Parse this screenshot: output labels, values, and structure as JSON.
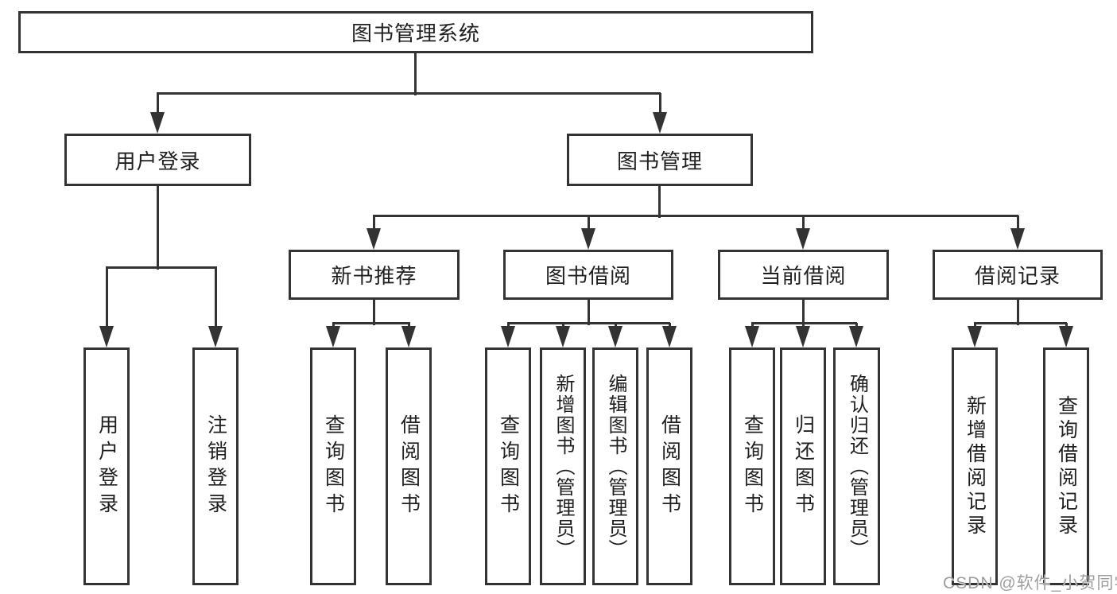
{
  "diagram": {
    "type": "hierarchy",
    "root": {
      "label": "图书管理系统"
    },
    "level2": [
      {
        "label": "用户登录"
      },
      {
        "label": "图书管理"
      }
    ],
    "level3": [
      {
        "label": "新书推荐"
      },
      {
        "label": "图书借阅"
      },
      {
        "label": "当前借阅"
      },
      {
        "label": "借阅记录"
      }
    ],
    "leaves": [
      {
        "label": "用户登录"
      },
      {
        "label": "注销登录"
      },
      {
        "label": "查询图书"
      },
      {
        "label": "借阅图书"
      },
      {
        "label": "查询图书"
      },
      {
        "label": "新增图书（管理员）"
      },
      {
        "label": "编辑图书（管理员）"
      },
      {
        "label": "借阅图书"
      },
      {
        "label": "查询图书"
      },
      {
        "label": "归还图书"
      },
      {
        "label": "确认归还（管理员）"
      },
      {
        "label": "新增借阅记录"
      },
      {
        "label": "查询借阅记录"
      }
    ],
    "hierarchy": {
      "图书管理系统": [
        "用户登录",
        "图书管理"
      ],
      "用户登录": [
        "用户登录",
        "注销登录"
      ],
      "图书管理": [
        "新书推荐",
        "图书借阅",
        "当前借阅",
        "借阅记录"
      ],
      "新书推荐": [
        "查询图书",
        "借阅图书"
      ],
      "图书借阅": [
        "查询图书",
        "新增图书（管理员）",
        "编辑图书（管理员）",
        "借阅图书"
      ],
      "当前借阅": [
        "查询图书",
        "归还图书",
        "确认归还（管理员）"
      ],
      "借阅记录": [
        "新增借阅记录",
        "查询借阅记录"
      ]
    },
    "colors": {
      "line": "#333333",
      "text": "#1f1f1f",
      "watermark": "#9e9e9e",
      "background": "#ffffff"
    }
  },
  "watermark": {
    "text": "CSDN @软件_小贺同学"
  }
}
